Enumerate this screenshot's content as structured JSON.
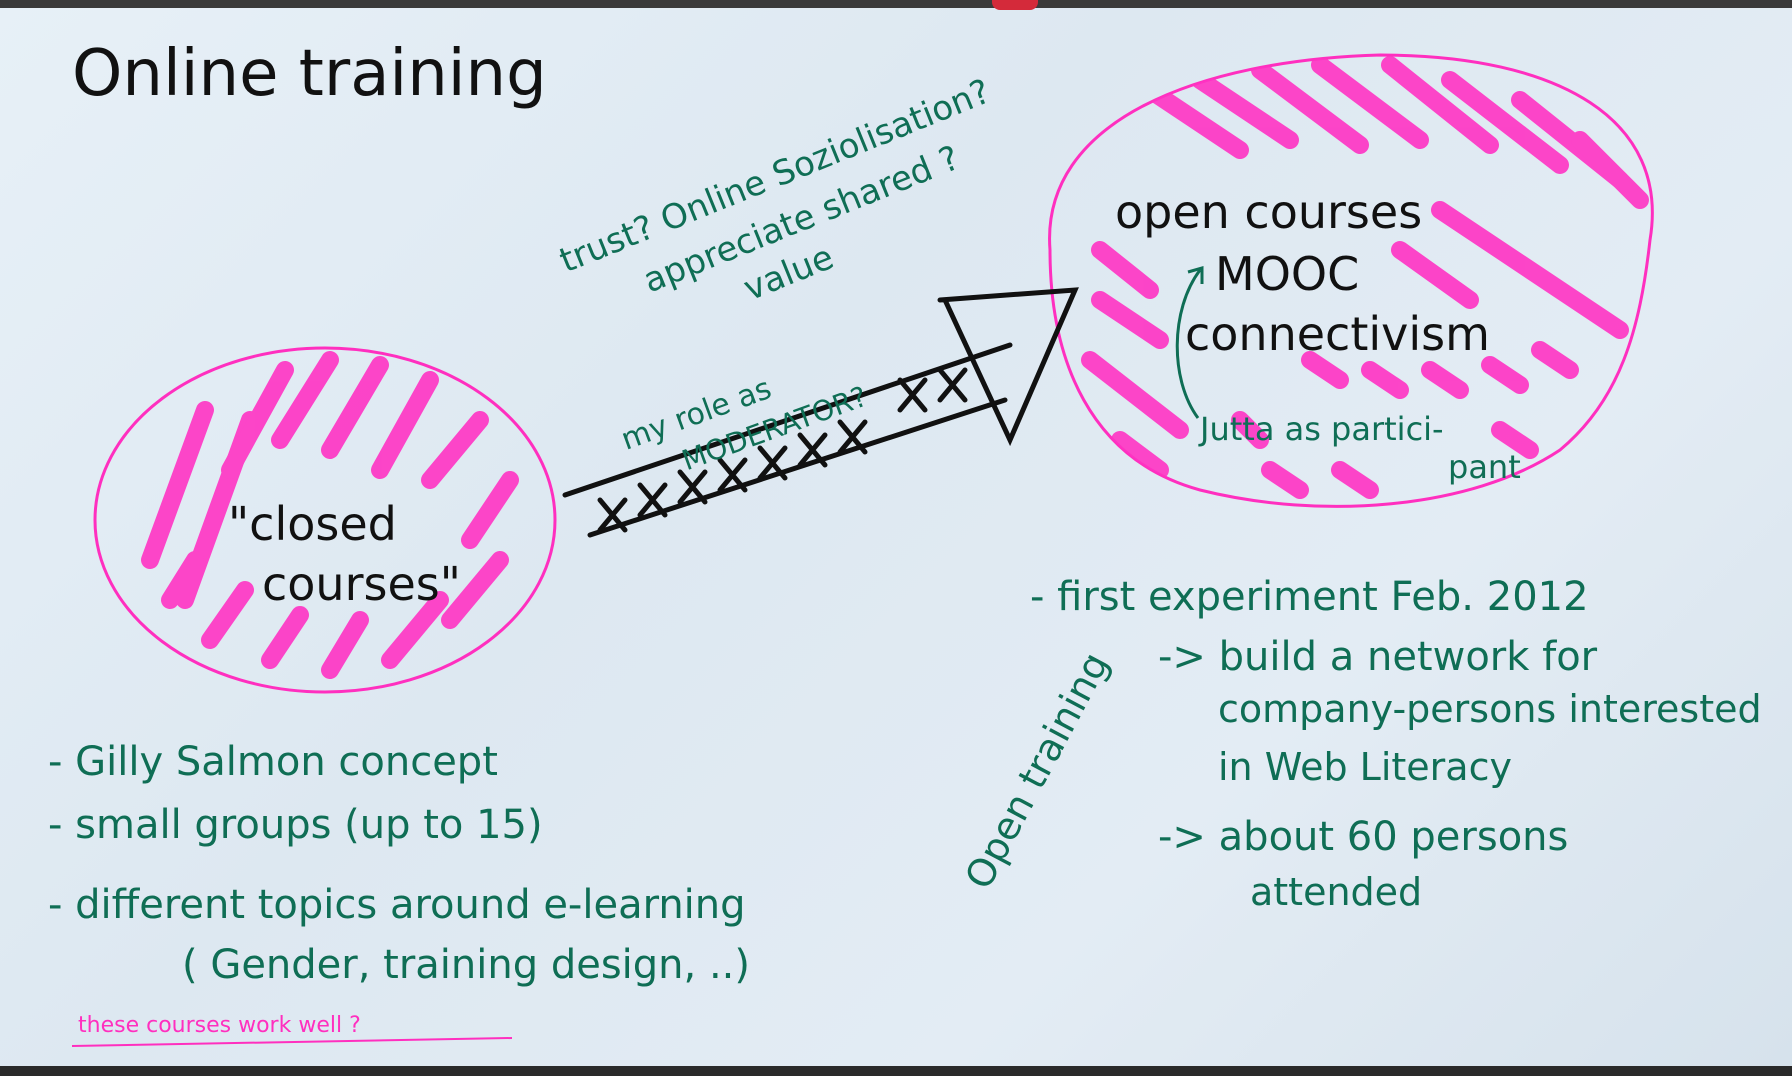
{
  "colors": {
    "paper": "#e3ecf4",
    "ink_black": "#111111",
    "ink_green": "#0f6e55",
    "highlighter_pink": "#ff2fbf",
    "red_tab": "#d42a3a"
  },
  "board": {
    "title": "Online training",
    "left_blob": {
      "line1": "\"closed",
      "line2": "courses\""
    },
    "right_blob": {
      "line1": "open courses",
      "line2": "MOOC",
      "line3": "connectivism",
      "line4": "Jutta as partici-",
      "line5": "pant"
    },
    "questions": {
      "line1": "trust? Online Soziolisation?",
      "line2": "appreciate shared ?",
      "line3": "value",
      "moderator_line1": "my role as",
      "moderator_line2": "MODERATOR?"
    },
    "closed_notes": {
      "line1": "- Gilly Salmon concept",
      "line2": "- small groups (up to 15)",
      "line3": "- different topics around e-learning",
      "line4": "( Gender, training design, ..)",
      "footnote": "these courses work well ?"
    },
    "open_notes": {
      "side_label": "Open training",
      "line1": "- first experiment  Feb. 2012",
      "line2": "-> build a network for",
      "line3": "company-persons interested",
      "line4": "in Web Literacy",
      "line5": "-> about 60 persons",
      "line6": "attended"
    }
  }
}
